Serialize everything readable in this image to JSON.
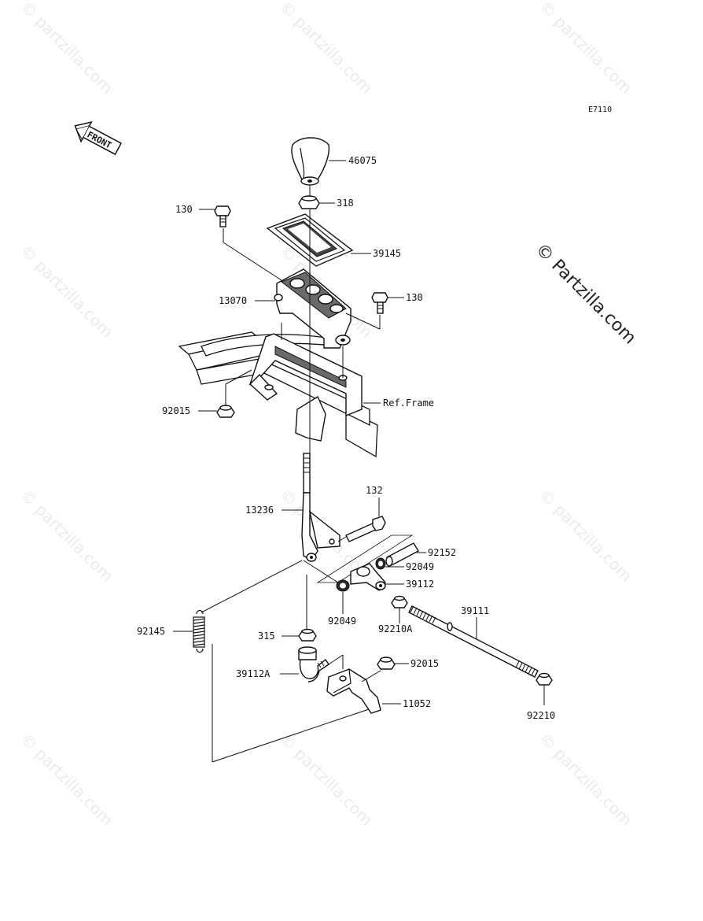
{
  "diagram": {
    "code": "E7110",
    "front_label": "FRONT",
    "watermark": "© Partzilla.com",
    "watermark_small": "© partzilla.com",
    "parts": [
      {
        "id": "p46075",
        "label": "46075"
      },
      {
        "id": "p318",
        "label": "318"
      },
      {
        "id": "p130a",
        "label": "130"
      },
      {
        "id": "p39145",
        "label": "39145"
      },
      {
        "id": "p13070",
        "label": "13070"
      },
      {
        "id": "p130b",
        "label": "130"
      },
      {
        "id": "p92015a",
        "label": "92015"
      },
      {
        "id": "pref",
        "label": "Ref.Frame"
      },
      {
        "id": "p132",
        "label": "132"
      },
      {
        "id": "p13236",
        "label": "13236"
      },
      {
        "id": "p92152",
        "label": "92152"
      },
      {
        "id": "p92049a",
        "label": "92049"
      },
      {
        "id": "p39112",
        "label": "39112"
      },
      {
        "id": "p39111",
        "label": "39111"
      },
      {
        "id": "p92145",
        "label": "92145"
      },
      {
        "id": "p92049b",
        "label": "92049"
      },
      {
        "id": "p92210A",
        "label": "92210A"
      },
      {
        "id": "p315",
        "label": "315"
      },
      {
        "id": "p92015b",
        "label": "92015"
      },
      {
        "id": "p39112A",
        "label": "39112A"
      },
      {
        "id": "p11052",
        "label": "11052"
      },
      {
        "id": "p92210",
        "label": "92210"
      }
    ]
  }
}
